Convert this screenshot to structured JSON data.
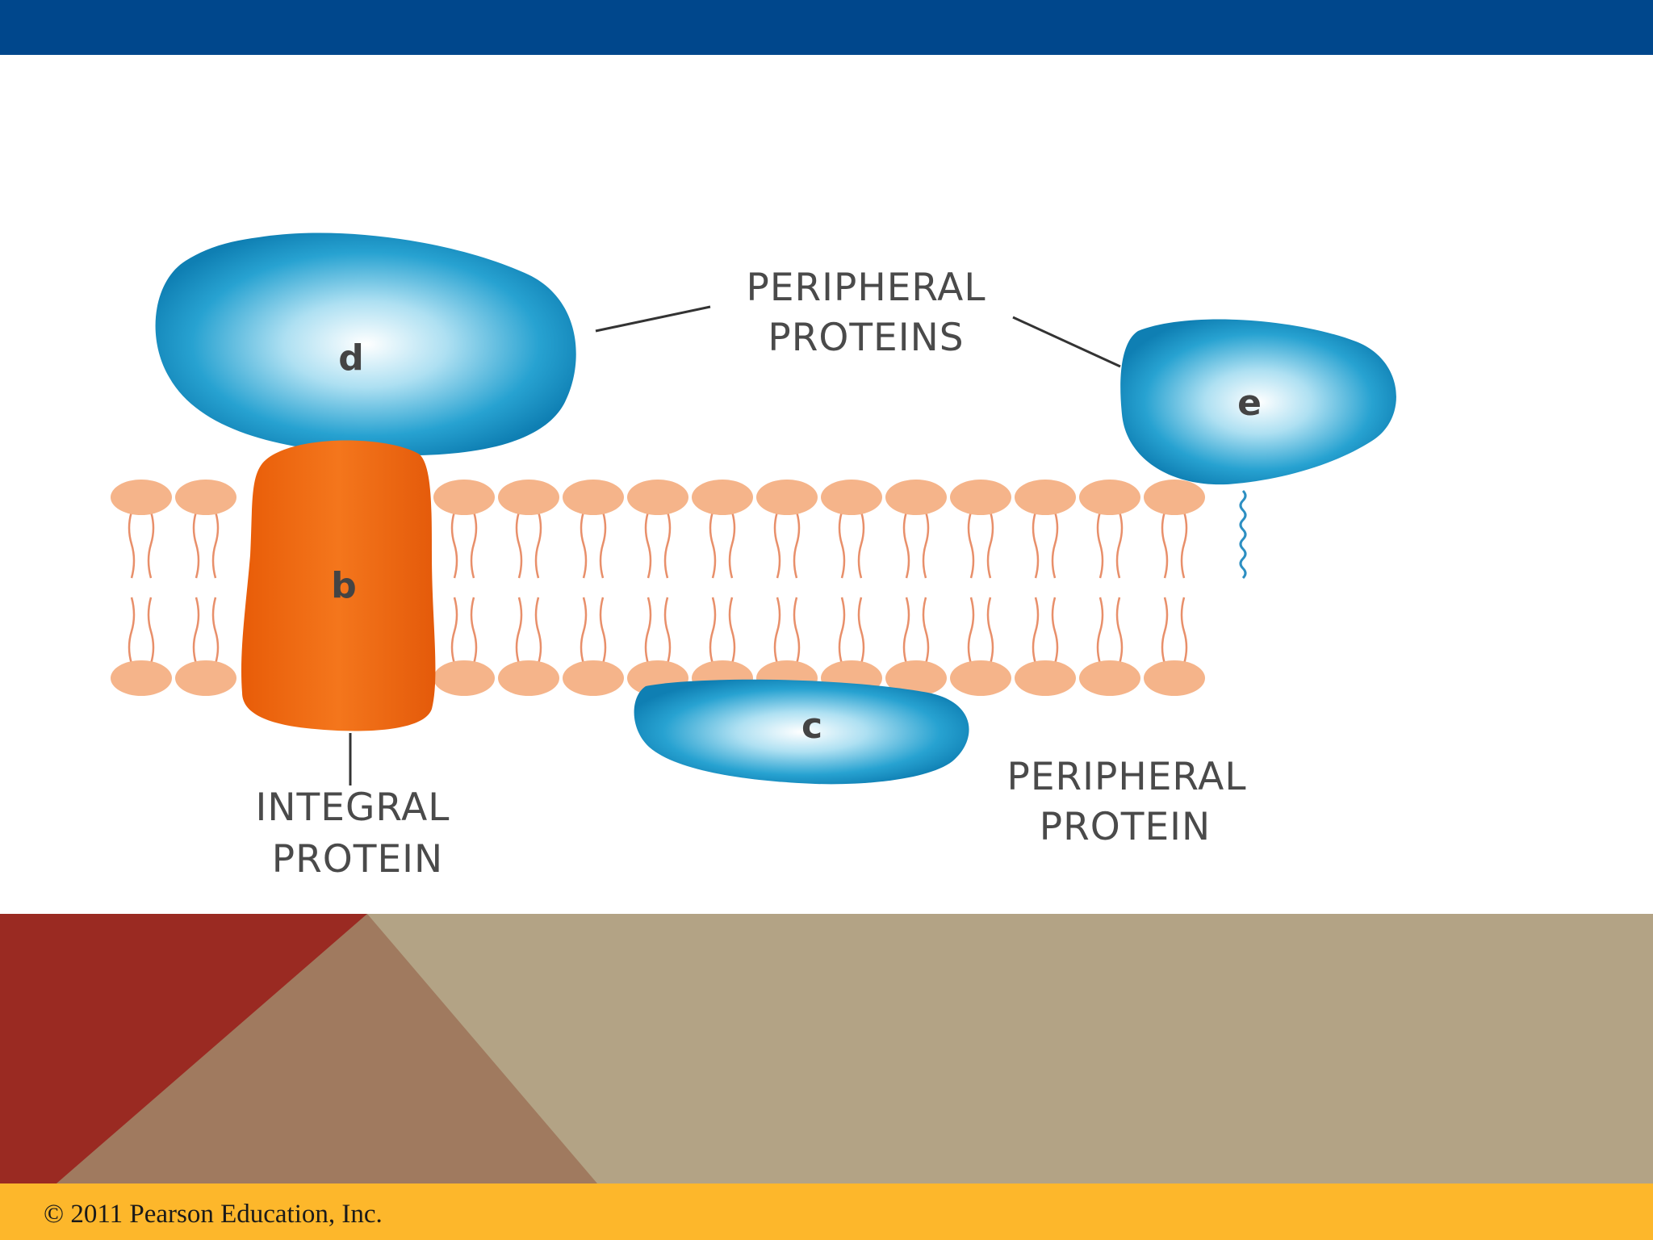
{
  "diagram": {
    "labels": {
      "peripheral_proteins_line1": "PERIPHERAL",
      "peripheral_proteins_line2": "PROTEINS",
      "integral_protein_line1": "INTEGRAL",
      "integral_protein_line2": "PROTEIN",
      "peripheral_protein_line1": "PERIPHERAL",
      "peripheral_protein_line2": "PROTEIN"
    },
    "protein_letters": {
      "b": "b",
      "c": "c",
      "d": "d",
      "e": "e"
    },
    "colors": {
      "integral_protein": "#f06a12",
      "peripheral_protein": "#1690c4",
      "phospholipid": "#f5b48a",
      "top_bar": "#00478c",
      "footer_red": "#9a2a22",
      "footer_brown": "#a07a5f",
      "footer_tan": "#b3a385",
      "copyright_strip": "#fdb72b"
    }
  },
  "footer": {
    "copyright": "© 2011 Pearson Education, Inc."
  }
}
